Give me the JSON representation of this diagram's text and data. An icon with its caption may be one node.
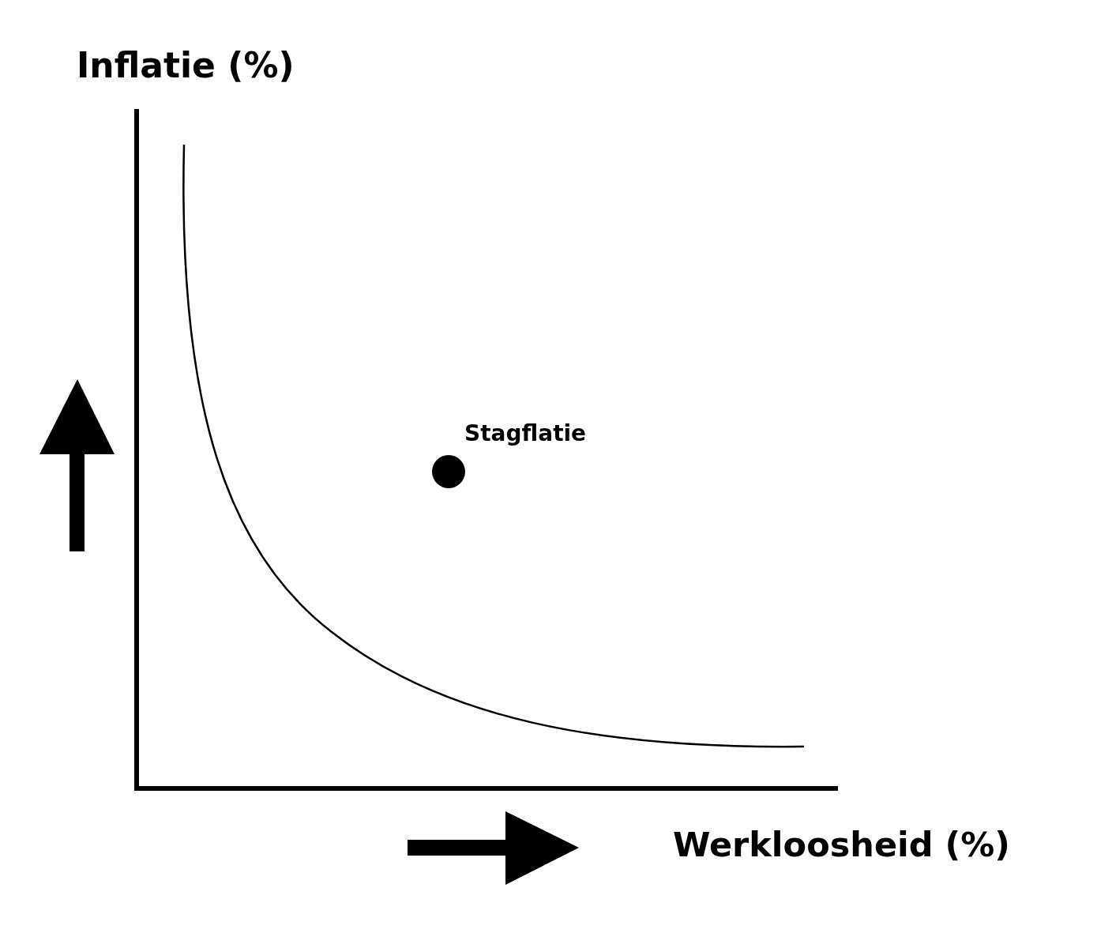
{
  "diagram": {
    "labels": [
      "Inflatie (%)",
      "Stagflatie",
      "Werkloosheid (%)"
    ]
  }
}
